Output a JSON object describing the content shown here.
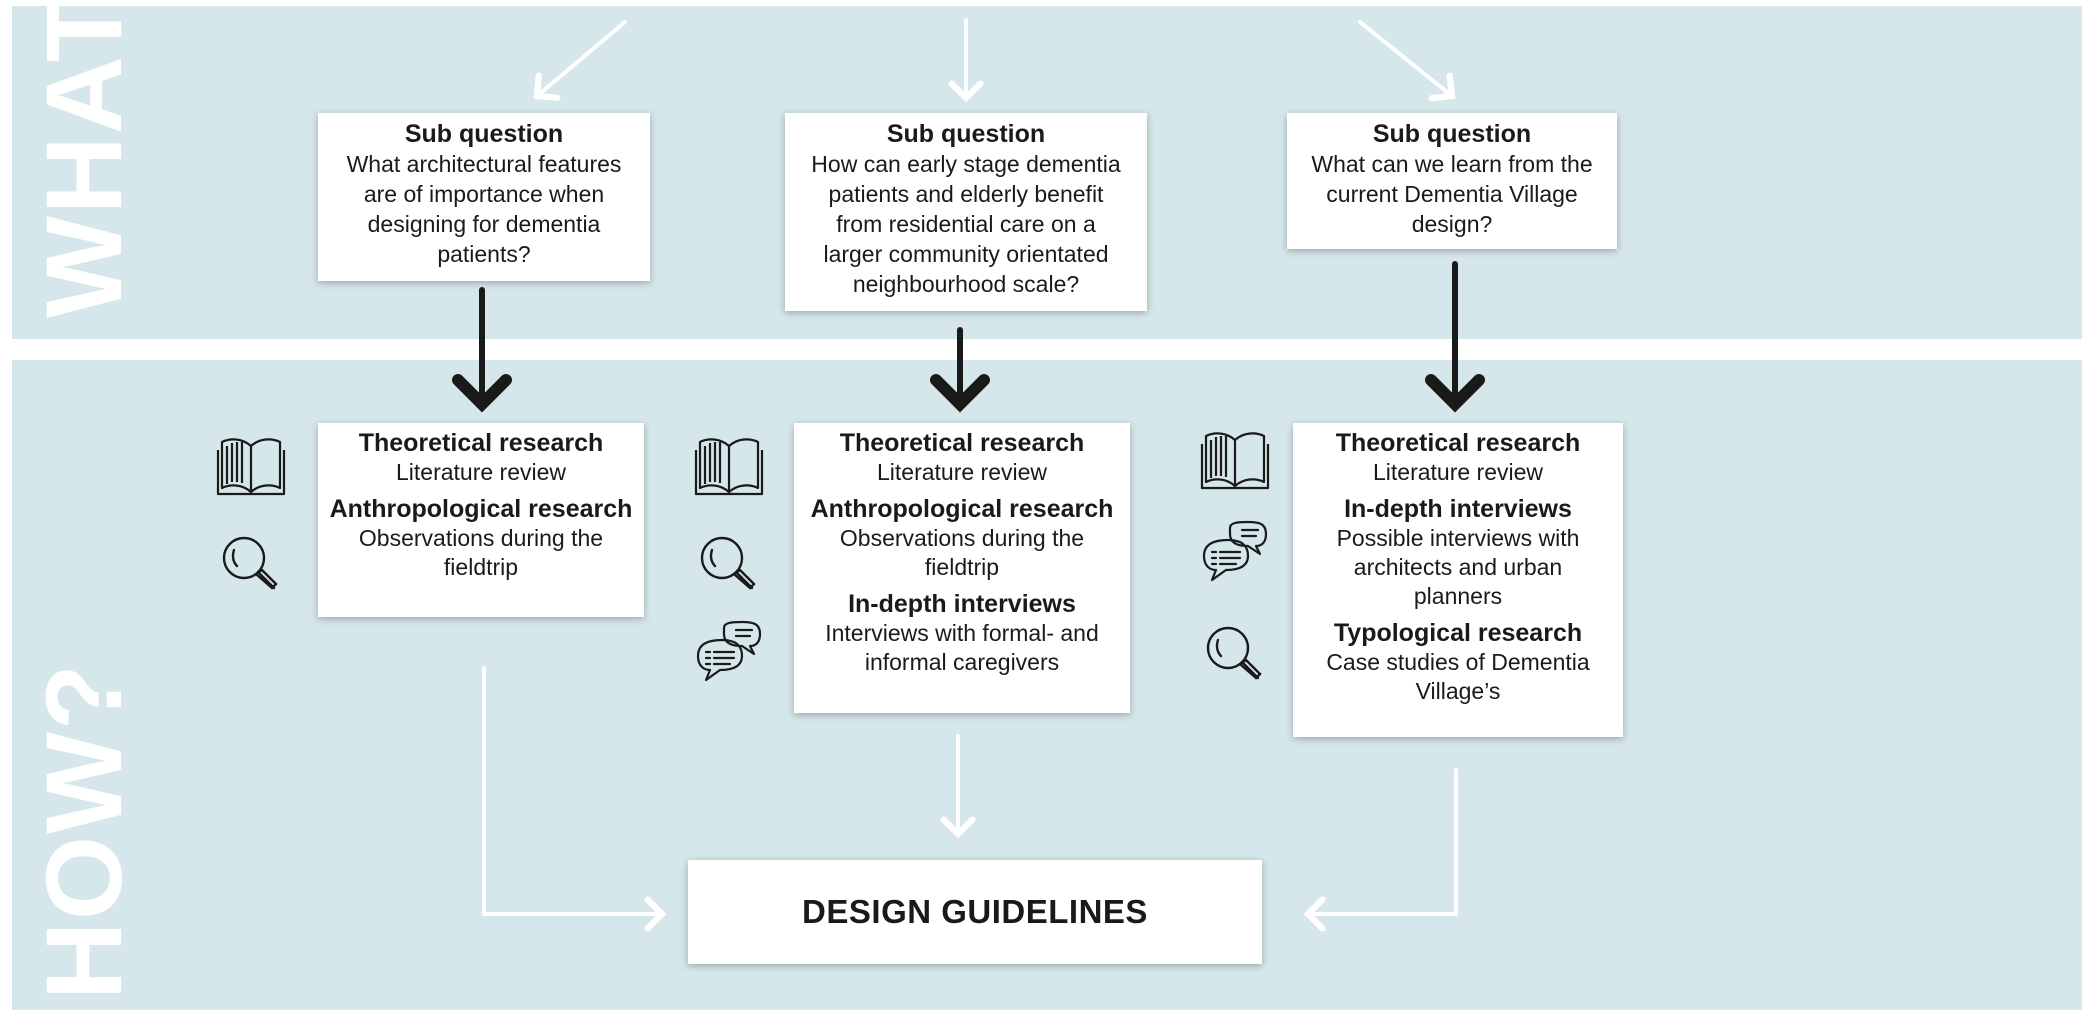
{
  "side_labels": {
    "what": "WHAT?",
    "how": "HOW?"
  },
  "subquestions": [
    {
      "title": "Sub question",
      "lines": [
        "What architectural features",
        "are of importance when",
        "designing for dementia",
        "patients?"
      ]
    },
    {
      "title": "Sub question",
      "lines": [
        "How can early stage dementia",
        "patients and elderly benefit",
        "from residential care on a",
        "larger community orientated",
        "neighbourhood scale?"
      ]
    },
    {
      "title": "Sub question",
      "lines": [
        "What can we learn from the",
        "current Dementia Village",
        "design?"
      ]
    }
  ],
  "methods": [
    {
      "items": [
        {
          "title": "Theoretical research",
          "lines": [
            "Literature review"
          ]
        },
        {
          "title": "Anthropological research",
          "lines": [
            "Observations during the",
            "fieldtrip"
          ]
        }
      ]
    },
    {
      "items": [
        {
          "title": "Theoretical research",
          "lines": [
            "Literature review"
          ]
        },
        {
          "title": "Anthropological research",
          "lines": [
            "Observations during the",
            "fieldtrip"
          ]
        },
        {
          "title": "In-depth interviews",
          "lines": [
            "Interviews with formal- and",
            "informal caregivers"
          ]
        }
      ]
    },
    {
      "items": [
        {
          "title": "Theoretical research",
          "lines": [
            "Literature review"
          ]
        },
        {
          "title": "In-depth interviews",
          "lines": [
            "Possible interviews with",
            "architects and urban",
            "planners"
          ]
        },
        {
          "title": "Typological research",
          "lines": [
            "Case studies of Dementia",
            "Village’s"
          ]
        }
      ]
    }
  ],
  "icons": [
    "book-icon",
    "magnifier-icon",
    "speech-bubbles-icon"
  ],
  "final": {
    "label": "DESIGN GUIDELINES"
  },
  "colors": {
    "background": "#d5e7ea",
    "card": "#ffffff",
    "text": "#1a1a1a",
    "dark_arrow": "#1a1a1a",
    "light_arrow": "#ffffff"
  }
}
